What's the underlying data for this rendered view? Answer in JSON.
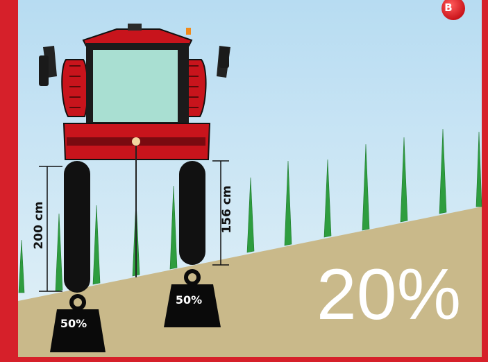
{
  "badge": {
    "label": "B"
  },
  "slope": {
    "percent_text": "20%"
  },
  "wheels": {
    "left": {
      "height_text": "200 cm",
      "load_text": "50%"
    },
    "right": {
      "height_text": "156 cm",
      "load_text": "50%"
    }
  },
  "colors": {
    "frame": "#d6202a",
    "sky": "#c8e4f4",
    "ground": "#c9b98a",
    "vine": "#2e9d3f",
    "machine_red": "#c8141c",
    "cabin_glass": "#a9dfd2",
    "tire": "#111111",
    "weight": "#0a0a0a"
  }
}
